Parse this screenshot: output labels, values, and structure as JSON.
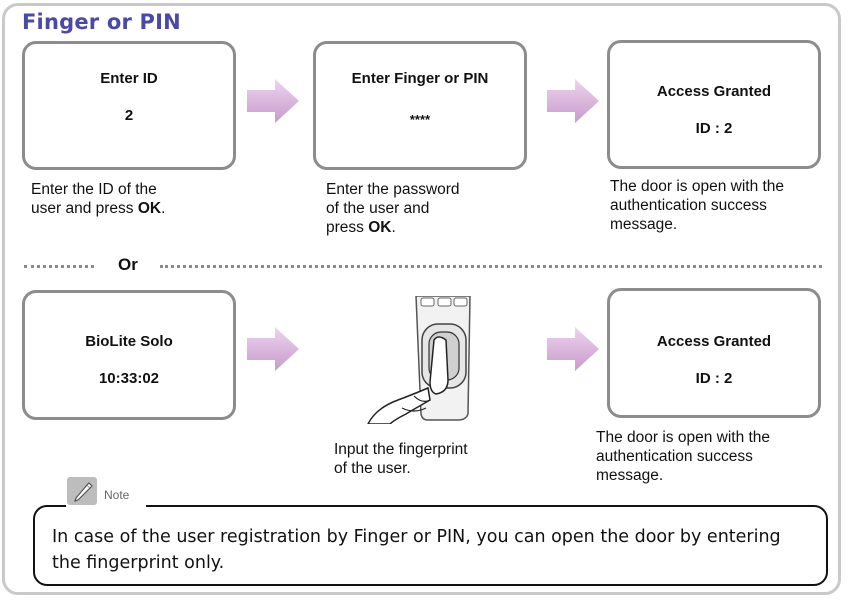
{
  "title": "Finger or PIN",
  "row1": {
    "screen1": {
      "line1": "Enter ID",
      "line2": "2"
    },
    "screen2": {
      "line1": "Enter Finger or PIN",
      "line2": "****"
    },
    "screen3": {
      "line1": "Access Granted",
      "line2": "ID : 2"
    },
    "caption1": {
      "line1": "Enter the ID of the",
      "line2_text": "user and press ",
      "bold": "OK",
      "tail": "."
    },
    "caption2": {
      "line1": "Enter the password",
      "line2": "of the user and",
      "line3_text": "press ",
      "bold": "OK",
      "tail": "."
    },
    "caption3": {
      "line1": "The door is open with the",
      "line2": "authentication success",
      "line3": "message."
    }
  },
  "separator": {
    "label": "Or"
  },
  "row2": {
    "screen1": {
      "line1": "BioLite Solo",
      "line2": "10:33:02"
    },
    "screen3": {
      "line1": "Access Granted",
      "line2": "ID : 2"
    },
    "caption2": {
      "line1": "Input the fingerprint",
      "line2": "of the user."
    },
    "caption3": {
      "line1": "The door is open with the",
      "line2": "authentication success",
      "line3": "message."
    }
  },
  "note": {
    "label": "Note",
    "icon": "pencil-note-icon",
    "text": "In case of the user registration by Finger or PIN, you can open the door by entering the fingerprint only."
  },
  "colors": {
    "title": "#4a4aa6",
    "arrow": "#d9b3dc",
    "frame": "#c9c9c9",
    "screen_border": "#8c8c8c"
  }
}
